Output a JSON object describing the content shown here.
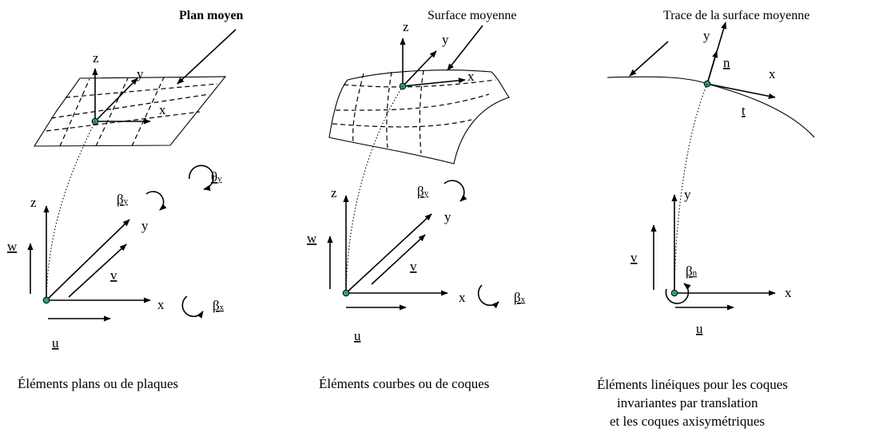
{
  "panel1": {
    "header": "Plan moyen",
    "surface_axes": {
      "z": "z",
      "y": "y",
      "x": "x"
    },
    "dof_axes": {
      "z": "z",
      "y": "y",
      "x": "x"
    },
    "disp": {
      "w": "w",
      "v": "v",
      "u": "u"
    },
    "rot": {
      "beta_y": "β",
      "beta_y_sub": "y",
      "theta_y": "θ",
      "theta_y_sub": "y",
      "beta_x": "β",
      "beta_x_sub": "x"
    },
    "caption": "Éléments plans ou de plaques"
  },
  "panel2": {
    "header": "Surface moyenne",
    "surface_axes": {
      "z": "z",
      "y": "y",
      "x": "x"
    },
    "dof_axes": {
      "z": "z",
      "y": "y",
      "x": "x"
    },
    "disp": {
      "w": "w",
      "v": "v",
      "u": "u"
    },
    "rot": {
      "beta_y": "β",
      "beta_y_sub": "y",
      "beta_x": "β",
      "beta_x_sub": "x"
    },
    "caption": "Éléments courbes ou de coques"
  },
  "panel3": {
    "header": "Trace de la surface moyenne",
    "curve_axes": {
      "y": "y",
      "x": "x",
      "n": "n",
      "t": "t"
    },
    "dof_axes": {
      "y": "y",
      "x": "x"
    },
    "disp": {
      "v": "v",
      "u": "u"
    },
    "rot": {
      "beta_n": "β",
      "beta_n_sub": "n"
    },
    "caption_lines": [
      "Éléments linéiques pour les coques",
      "invariantes par translation",
      "et les coques axisymétriques"
    ]
  },
  "colors": {
    "node": "#2aa37a",
    "ink": "#000000"
  }
}
